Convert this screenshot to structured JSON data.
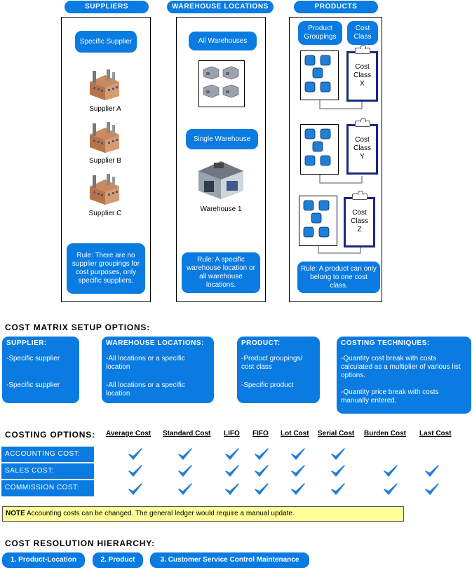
{
  "headers": {
    "suppliers": "SUPPLIERS",
    "warehouse_locations": "WAREHOUSE LOCATIONS",
    "products": "PRODUCTS"
  },
  "suppliers_panel": {
    "bubble": "Specific Supplier",
    "items": [
      "Supplier A",
      "Supplier B",
      "Supplier C"
    ],
    "rule": "Rule: There are no supplier groupings for cost purposes, only specific suppliers."
  },
  "warehouse_panel": {
    "all_bubble": "All Warehouses",
    "single_bubble": "Single Warehouse",
    "warehouse_label": "Warehouse 1",
    "rule": "Rule: A specific warehouse location or all warehouse locations."
  },
  "products_panel": {
    "groupings_bubble": "Product Groupings",
    "cost_class_bubble": "Cost Class",
    "cost_classes": [
      {
        "line1": "Cost",
        "line2": "Class",
        "letter": "X"
      },
      {
        "line1": "Cost",
        "line2": "Class",
        "letter": "Y"
      },
      {
        "line1": "Cost",
        "line2": "Class",
        "letter": "Z"
      }
    ],
    "rule": "Rule: A product can only belong to one cost class."
  },
  "cost_matrix": {
    "title": "COST MATRIX SETUP OPTIONS:",
    "boxes": [
      {
        "heading": "SUPPLIER:",
        "lines": [
          "-Specific supplier",
          "-Specific supplier"
        ]
      },
      {
        "heading": "WAREHOUSE LOCATIONS:",
        "lines": [
          "-All locations or a specific location",
          "-All locations or a specific location"
        ]
      },
      {
        "heading": "PRODUCT:",
        "lines": [
          "-Product groupings/ cost class",
          "-Specific product"
        ]
      },
      {
        "heading": "COSTING TECHNIQUES:",
        "lines": [
          "-Quantity cost break with costs calculated as a multiplier of various list options.",
          "-Quantity price break with costs manually entered."
        ]
      }
    ]
  },
  "costing_options": {
    "title": "COSTING OPTIONS:",
    "columns": [
      "Average Cost",
      "Standard Cost",
      "LIFO",
      "FIFO",
      "Lot Cost",
      "Serial Cost",
      "Burden Cost",
      "Last Cost"
    ],
    "rows": [
      {
        "label": "ACCOUNTING COST:",
        "checks": [
          true,
          true,
          true,
          true,
          true,
          true,
          false,
          false
        ]
      },
      {
        "label": "SALES COST:",
        "checks": [
          true,
          true,
          true,
          true,
          true,
          true,
          true,
          true
        ]
      },
      {
        "label": "COMMISSION COST:",
        "checks": [
          true,
          true,
          true,
          true,
          true,
          true,
          true,
          true
        ]
      }
    ],
    "check_color": "#1e7fd6"
  },
  "note": {
    "label": "NOTE",
    "text": "Accounting costs can be changed. The general ledger would require a manual update."
  },
  "hierarchy": {
    "title": "COST RESOLUTION HIERARCHY:",
    "items": [
      "1. Product-Location",
      "2. Product",
      "3. Customer Service Control Maintenance"
    ]
  },
  "colors": {
    "accent": "#0a7be0",
    "clipboard_border": "#1a2a7a",
    "note_bg": "#ffff99"
  }
}
